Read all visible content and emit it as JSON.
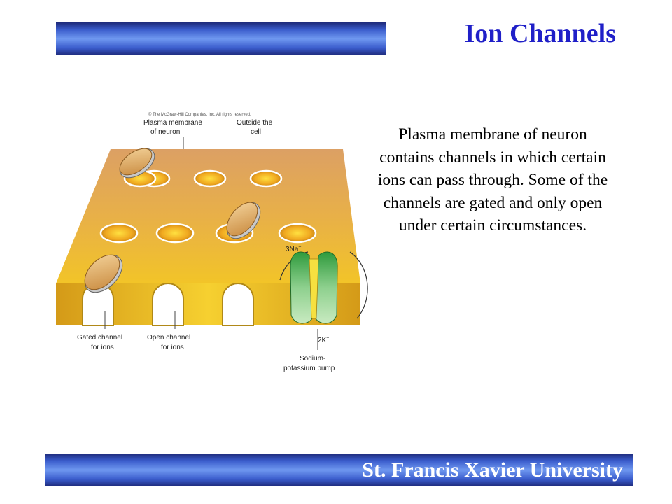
{
  "slide": {
    "title": "Ion Channels",
    "footer": "St. Francis Xavier University",
    "body": "Plasma membrane of neuron contains channels in which certain ions can pass through. Some of the channels are gated and only open under certain circumstances."
  },
  "figure": {
    "copyright": "© The McGraw-Hill Companies, Inc. All rights reserved.",
    "labels": {
      "plasma_membrane_line1": "Plasma membrane",
      "plasma_membrane_line2": "of neuron",
      "outside_cell_line1": "Outside the",
      "outside_cell_line2": "cell",
      "gated_line1": "Gated channel",
      "gated_line2": "for ions",
      "open_line1": "Open channel",
      "open_line2": "for ions",
      "pump_line1": "Sodium-",
      "pump_line2": "potassium pump",
      "na_ions": "3Na",
      "k_ions": "2K",
      "plus_sign": "+"
    }
  },
  "colors": {
    "title": "#1f1fc8",
    "membrane_top": "#e8a830",
    "membrane_front": "#f0c020",
    "pump_green": "#3aa040"
  }
}
